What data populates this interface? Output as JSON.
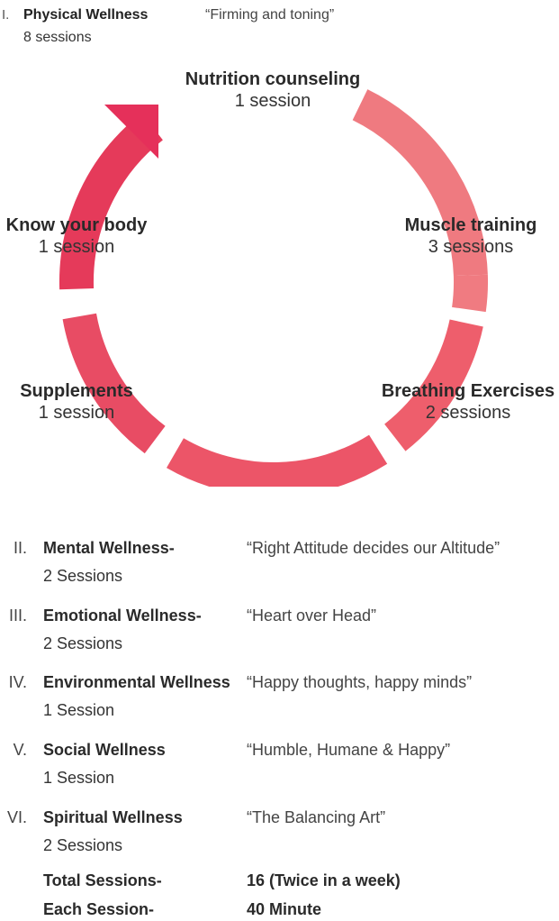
{
  "header": {
    "number": "I.",
    "title": "Physical Wellness",
    "sessions": "8 sessions",
    "quote": "“Firming and toning”"
  },
  "cycle": {
    "colors": {
      "top_right": "#ef7a80",
      "right": "#f07b81",
      "bottom_right": "#ee5e6c",
      "bottom": "#ec5568",
      "left_lower": "#e84c64",
      "left_upper": "#e53a5a",
      "arrow": "#e5305a"
    },
    "steps": [
      {
        "name": "Nutrition counseling",
        "sessions": "1 session"
      },
      {
        "name": "Muscle training",
        "sessions": "3 sessions"
      },
      {
        "name": "Breathing Exercises",
        "sessions": "2 sessions"
      },
      {
        "name": "Supplements",
        "sessions": "1 session"
      },
      {
        "name": "Know your body",
        "sessions": "1 session"
      }
    ]
  },
  "wellness": [
    {
      "number": "II.",
      "name": "Mental Wellness-",
      "sessions": "2 Sessions",
      "quote": "“Right Attitude decides our Altitude”"
    },
    {
      "number": "III.",
      "name": "Emotional Wellness-",
      "sessions": "2 Sessions",
      "quote": "“Heart over Head”"
    },
    {
      "number": "IV.",
      "name": "Environmental Wellness",
      "sessions": "1 Session",
      "quote": "“Happy thoughts, happy minds”"
    },
    {
      "number": "V.",
      "name": "Social Wellness",
      "sessions": "1 Session",
      "quote": "“Humble, Humane & Happy”"
    },
    {
      "number": "VI.",
      "name": "Spiritual Wellness",
      "sessions": "2 Sessions",
      "quote": "“The Balancing Art”"
    }
  ],
  "totals": {
    "total_label": "Total Sessions-",
    "total_value": "16 (Twice in a week)",
    "each_label": "Each Session-",
    "each_value": "40 Minute"
  }
}
